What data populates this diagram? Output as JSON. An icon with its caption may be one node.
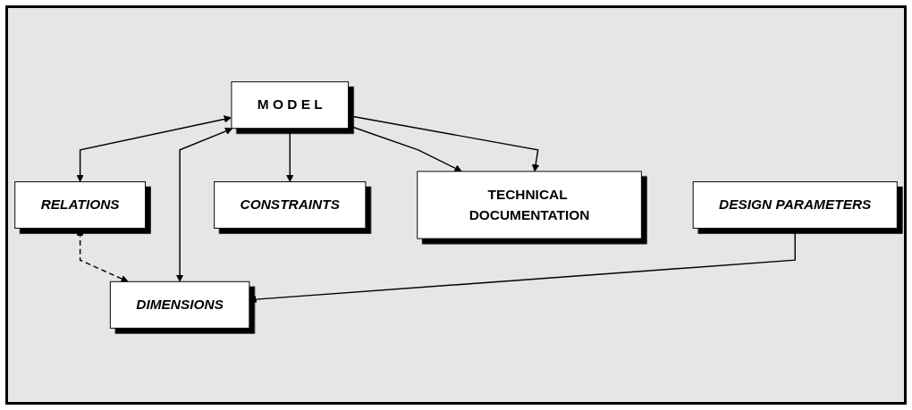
{
  "diagram": {
    "nodes": [
      {
        "text": [
          "RELATIONS"
        ]
      },
      {
        "text": [
          "DIMENSIONS"
        ]
      },
      {
        "text": [
          "DESIGN PARAMETERS"
        ]
      },
      {
        "text": [
          "M O D E L"
        ]
      },
      {
        "text": [
          "CONSTRAINTS"
        ]
      },
      {
        "text": [
          "TECHNICAL DOCUMENTATION"
        ]
      }
    ],
    "edges": [
      {
        "from": 0,
        "to": 1,
        "arrow": "both",
        "style": "dashed"
      },
      {
        "from": 3,
        "to": 0,
        "arrow": "both"
      },
      {
        "from": 3,
        "to": 1,
        "arrow": "both"
      },
      {
        "from": 2,
        "to": 1,
        "arrow": "to"
      },
      {
        "from": 3,
        "to": 4,
        "arrow": "to"
      },
      {
        "from": 3,
        "to": 5,
        "arrow": "to"
      },
      {
        "from": 3,
        "to": 5,
        "arrow": "to"
      }
    ]
  }
}
